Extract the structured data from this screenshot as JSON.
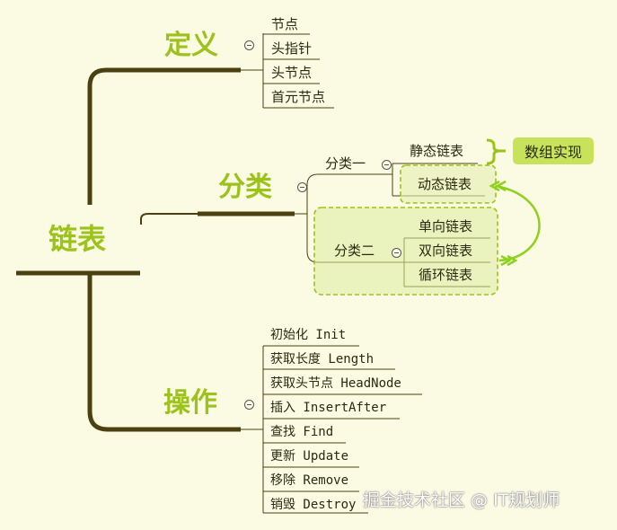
{
  "root": "链表",
  "definition": {
    "title": "定义",
    "items": [
      "节点",
      "头指针",
      "头节点",
      "首元节点"
    ]
  },
  "classification": {
    "title": "分类",
    "cat1": {
      "title": "分类一",
      "items": [
        "静态链表",
        "动态链表"
      ]
    },
    "cat2": {
      "title": "分类二",
      "items": [
        "单向链表",
        "双向链表",
        "循环链表"
      ]
    },
    "callout": "数组实现"
  },
  "operations": {
    "title": "操作",
    "items": [
      "初始化 Init",
      "获取长度 Length",
      "获取头节点 HeadNode",
      "插入 InsertAfter",
      "查找 Find",
      "更新 Update",
      "移除 Remove",
      "销毁 Destroy"
    ]
  },
  "watermark": "掘金技术社区 @ IT规划师",
  "colors": {
    "background": "#fbfbe4",
    "accent": "#9cc21c",
    "branch": "#4a4010",
    "relation": "#8ed11c"
  }
}
